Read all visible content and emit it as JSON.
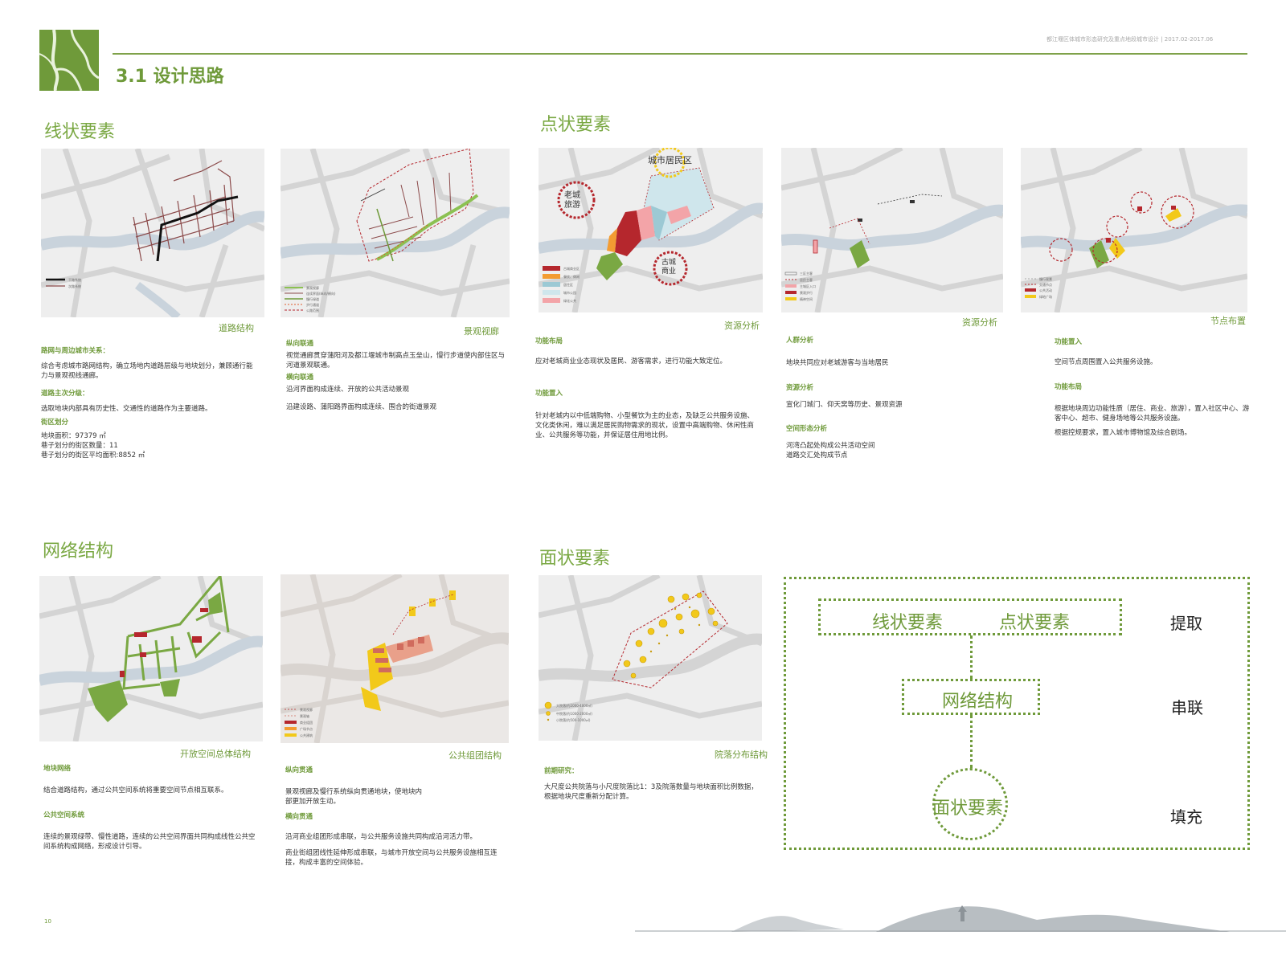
{
  "header": {
    "page_title": "3.1 设计思路",
    "project_line": "都江堰区体城市形态研究及重点地段城市设计 | 2017.02-2017.06"
  },
  "sections": {
    "linear": "线状要素",
    "point": "点状要素",
    "network": "网络结构",
    "area": "面状要素"
  },
  "maps": {
    "road": {
      "caption": "道路结构",
      "legend": [
        "干路系统",
        "次路系统"
      ]
    },
    "corridor": {
      "caption": "景观视廊",
      "legend": [
        "景观视廊",
        "连续界面(纵向/横向)",
        "慢行绿道",
        "步行通道",
        "公路范围"
      ]
    },
    "resource1": {
      "caption": "资源分析",
      "callouts": [
        "城市居民区",
        "老城旅游",
        "古城商业"
      ],
      "legend": [
        "古城商业区",
        "餐饮、休闲",
        "居住区",
        "城市公园",
        "绿化公共"
      ]
    },
    "resource2": {
      "caption": "资源分析",
      "legend": [
        "三区主客",
        "居民主客",
        "主城区入口",
        "景观步行",
        "精神空间"
      ]
    },
    "node": {
      "caption": "节点布置",
      "legend": [
        "慢行观景",
        "交通节点",
        "公共活动",
        "绿地广场"
      ]
    },
    "open_space": {
      "caption": "开放空间总体结构"
    },
    "cluster": {
      "caption": "公共组团结构",
      "legend": [
        "景观视廊",
        "景观轴",
        "商业组团",
        "广场节点",
        "公共建筑"
      ]
    },
    "courtyard": {
      "caption": "院落分布结构",
      "legend": [
        "大院落(约2000-4000㎡)",
        "中院落(约1000-2000㎡)",
        "小院落(约500-1000㎡)"
      ]
    }
  },
  "text": {
    "road": {
      "h1": "路网与周边城市关系：",
      "p1": "综合考虑城市路网结构，确立场地内道路层级与地块划分，兼顾通行能力与景观视线通廊。",
      "h2": "道路主次分级：",
      "p2": "选取地块内部具有历史性、交通性的道路作为主要道路。",
      "h3": "街区划分",
      "p3": "地块面积：97379 ㎡",
      "p4": "巷子划分的街区数量：11",
      "p5": "巷子划分的街区平均面积:8852 ㎡"
    },
    "corridor": {
      "h1": "纵向联通",
      "p1": "视觉通廊贯穿蒲阳河及都江堰城市制高点玉垒山，慢行步道使内部住区与河道景观联通。",
      "h2": "横向联通",
      "p2": "沿河界面构成连续、开放的公共活动景观",
      "p3": "沿建设路、蒲阳路界面构成连续、围合的街道景观"
    },
    "res1": {
      "h1": "功能布局",
      "p1": "应对老城商业业态现状及居民、游客需求，进行功能大致定位。",
      "h2": "功能置入",
      "p2": "针对老城内以中低端购物、小型餐饮为主的业态，及缺乏公共服务设施、文化类休闲，难以满足居民购物需求的现状，设置中高端购物、休闲性商业、公共服务等功能，并保证居住用地比例。"
    },
    "res2": {
      "h1": "人群分析",
      "p1": "地块共同应对老城游客与当地居民",
      "h2": "资源分析",
      "p2": "宣化门城门、仰天窝等历史、景观资源",
      "h3": "空间形态分析",
      "p3": "河湾凸起处构成公共活动空间",
      "p4": "道路交汇处构成节点"
    },
    "node": {
      "h1": "功能置入",
      "p1": "空间节点周围置入公共服务设施。",
      "h2": "功能布局",
      "p2": "根据地块周边功能性质（居住、商业、旅游），置入社区中心、游客中心、超市、健身场地等公共服务设施。",
      "p3": "根据控规要求，置入城市博物馆及综合剧场。"
    },
    "open": {
      "h1": "地块网络",
      "p1": "结合道路结构，通过公共空间系统将重要空间节点相互联系。",
      "h2": "公共空间系统",
      "p2": "连续的景观绿带、慢性道路，连续的公共空间界面共同构成线性公共空间系统构成网络，形成设计引导。"
    },
    "cluster": {
      "h1": "纵向贯通",
      "p1": "景观视廊及慢行系统纵向贯通地块，使地块内部更加开放生动。",
      "h2": "横向贯通",
      "p2": "沿河商业组团形成串联，与公共服务设施共同构成沿河活力带。",
      "p3": "商业街组团线性延伸形成串联，与城市开放空间与公共服务设施相互连接，构成丰富的空间体验。"
    },
    "court": {
      "h1": "前期研究：",
      "p1": "大尺度公共院落与小尺度院落比1：3及院落数量与地块面积比例数据，根据地块尺度重新分配计算。"
    }
  },
  "panel": {
    "top_left": "线状要素",
    "top_right": "点状要素",
    "middle": "网络结构",
    "bottom": "面状要素",
    "side1": "提取",
    "side2": "串联",
    "side3": "填充"
  },
  "footer": {
    "page_number": "10"
  },
  "colors": {
    "accent": "#6f9a3a",
    "map_bg": "#eeeeee",
    "road": "#d2d2d2",
    "river": "#c9d3dc",
    "red": "#b5272d",
    "yellow": "#f2c91a"
  }
}
